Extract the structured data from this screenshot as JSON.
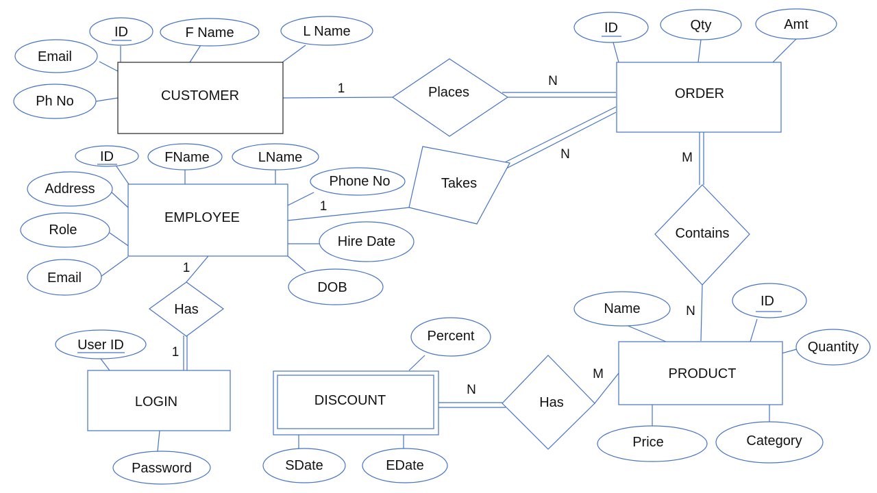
{
  "diagram": {
    "colors": {
      "stroke": "#4472c4",
      "dark_stroke": "#222222",
      "text": "#111111",
      "background": "#ffffff"
    },
    "entities": {
      "customer": "CUSTOMER",
      "order": "ORDER",
      "employee": "EMPLOYEE",
      "login": "LOGIN",
      "discount": "DISCOUNT",
      "product": "PRODUCT"
    },
    "relationships": {
      "places": "Places",
      "takes": "Takes",
      "contains": "Contains",
      "emp_has": "Has",
      "disc_has": "Has"
    },
    "attributes": {
      "customer": {
        "id": "ID",
        "fname": "F Name",
        "lname": "L Name",
        "email": "Email",
        "phone": "Ph No"
      },
      "order": {
        "id": "ID",
        "qty": "Qty",
        "amt": "Amt"
      },
      "employee": {
        "id": "ID",
        "fname": "FName",
        "lname": "LName",
        "phone": "Phone No",
        "address": "Address",
        "role": "Role",
        "email": "Email",
        "hire_date": "Hire Date",
        "dob": "DOB"
      },
      "login": {
        "user_id": "User ID",
        "password": "Password"
      },
      "discount": {
        "percent": "Percent",
        "sdate": "SDate",
        "edate": "EDate"
      },
      "product": {
        "name": "Name",
        "id": "ID",
        "quantity": "Quantity",
        "price": "Price",
        "category": "Category"
      }
    },
    "cardinalities": {
      "customer_places": "1",
      "places_order": "N",
      "takes_order": "N",
      "employee_takes": "1",
      "order_contains": "M",
      "contains_product": "N",
      "employee_has": "1",
      "has_login": "1",
      "discount_has": "N",
      "has_product": "M"
    }
  }
}
